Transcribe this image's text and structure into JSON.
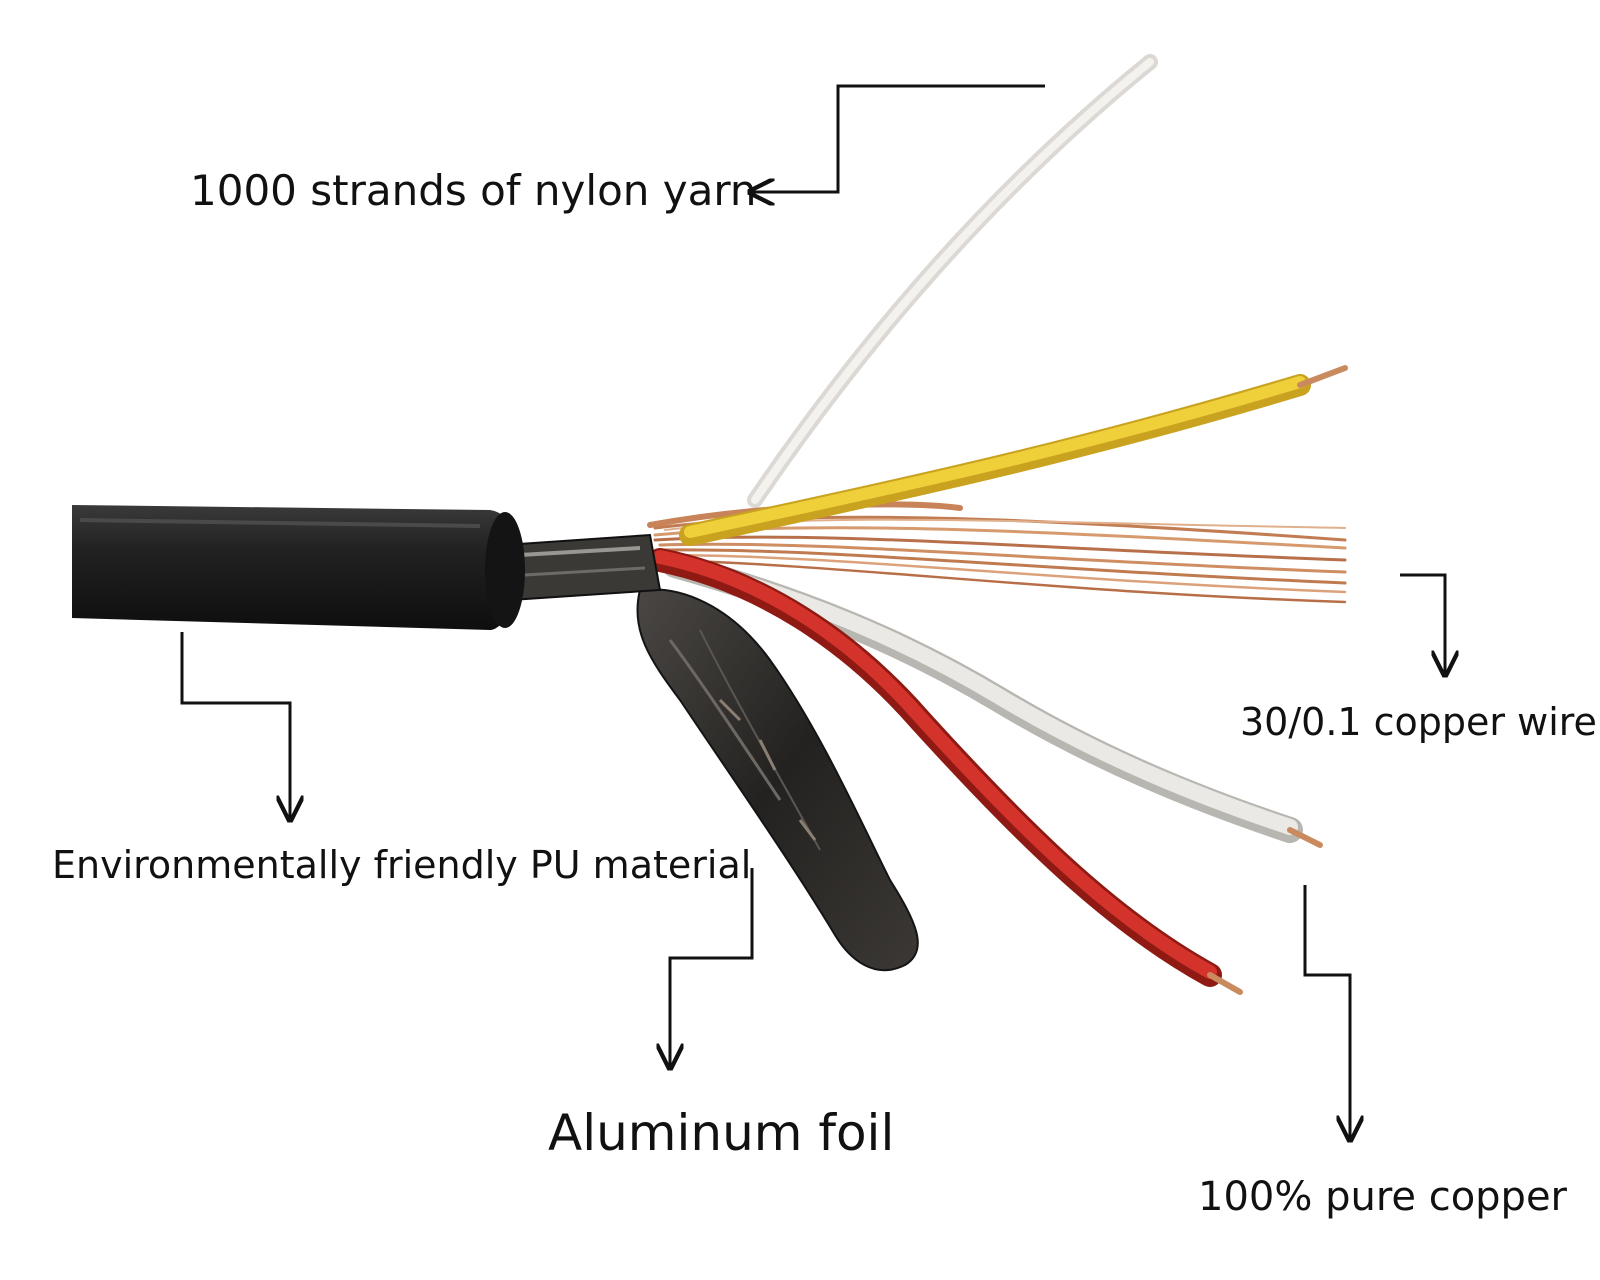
{
  "labels": {
    "nylon": "1000 strands of nylon yarn",
    "copper_wire": "30/0.1 copper wire",
    "pu_material": "Environmentally friendly PU material",
    "foil": "Aluminum foil",
    "pure_copper": "100% pure copper"
  },
  "colors": {
    "jacket": "#1c1c1c",
    "nylon": "#ece9e4",
    "yellow_wire": "#e8c42a",
    "red_wire": "#c62a22",
    "white_wire": "#d9d7d2",
    "braid": "#c98a5e",
    "foil": "#2a2826",
    "callout_line": "#111111"
  }
}
